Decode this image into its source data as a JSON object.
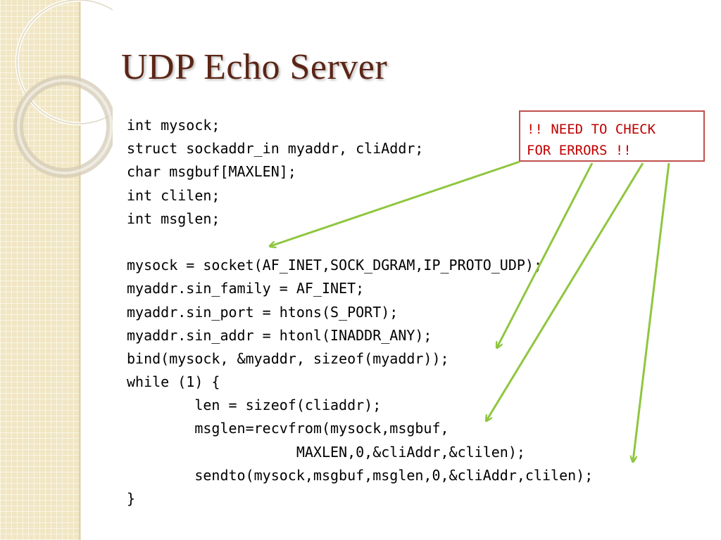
{
  "slide": {
    "title": "UDP Echo Server"
  },
  "code": {
    "lines": [
      "int mysock;",
      "struct sockaddr_in myaddr, cliAddr;",
      "char msgbuf[MAXLEN];",
      "int clilen;",
      "int msglen;",
      "",
      "mysock = socket(AF_INET,SOCK_DGRAM,IP_PROTO_UDP);",
      "myaddr.sin_family = AF_INET;",
      "myaddr.sin_port = htons(S_PORT);",
      "myaddr.sin_addr = htonl(INADDR_ANY);",
      "bind(mysock, &myaddr, sizeof(myaddr));",
      "while (1) {",
      "        len = sizeof(cliaddr);",
      "        msglen=recvfrom(mysock,msgbuf,",
      "                    MAXLEN,0,&cliAddr,&clilen);",
      "        sendto(mysock,msgbuf,msglen,0,&cliAddr,clilen);",
      "}"
    ]
  },
  "callout": {
    "lines": [
      "!! NEED TO CHECK",
      "FOR ERRORS !!"
    ]
  },
  "colors": {
    "title": "#5b2516",
    "callout_border": "#c0504d",
    "callout_text": "#c00000",
    "arrow": "#8fc63f",
    "side_strip": "#f1e6c4"
  }
}
